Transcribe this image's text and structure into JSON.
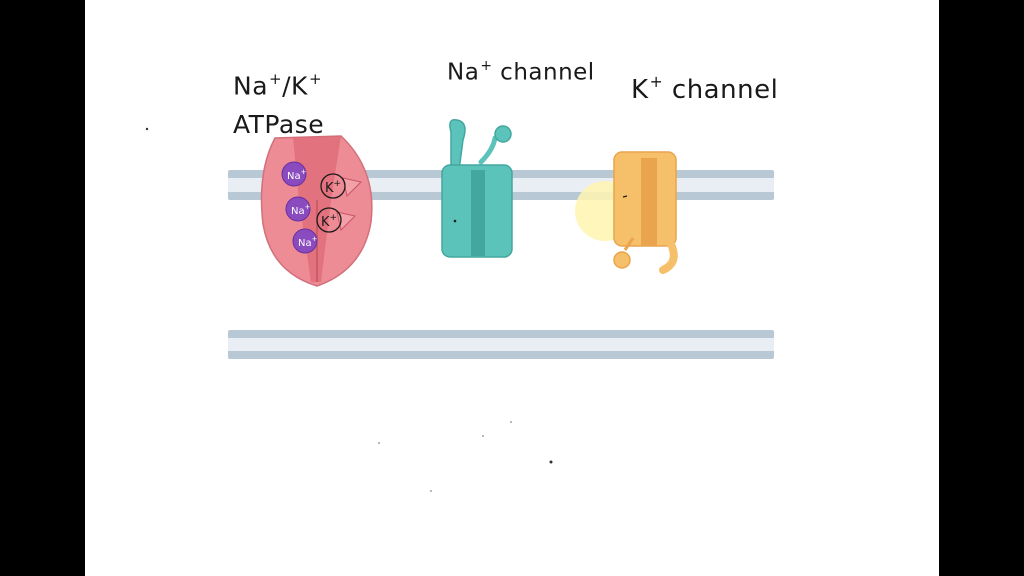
{
  "labels": {
    "pump": {
      "line1_base": "Na",
      "line1_sup": "+",
      "line1_slash": "/K",
      "line1_sup2": "+",
      "line2": "ATPase"
    },
    "na_channel": {
      "base": "Na",
      "sup": "+",
      "rest": " channel"
    },
    "k_channel": {
      "base": "K",
      "sup": "+",
      "rest": " channel"
    }
  },
  "ions": {
    "sodium": {
      "base": "Na",
      "sup": "+"
    },
    "potassium": {
      "base": "K",
      "sup": "+"
    }
  },
  "colors": {
    "background": "#ffffff",
    "letterbox": "#000000",
    "membrane_band": "#b9c8d5",
    "membrane_core": "#e8eef3",
    "pump_body": "#ee8c95",
    "pump_core": "#dd6673",
    "sodium_ion": "#8a4bbf",
    "na_channel": "#5cc3bb",
    "na_channel_dark": "#43a79f",
    "k_channel": "#f6c06b",
    "k_channel_dark": "#e9a44d",
    "highlight": "#fff4b0"
  }
}
